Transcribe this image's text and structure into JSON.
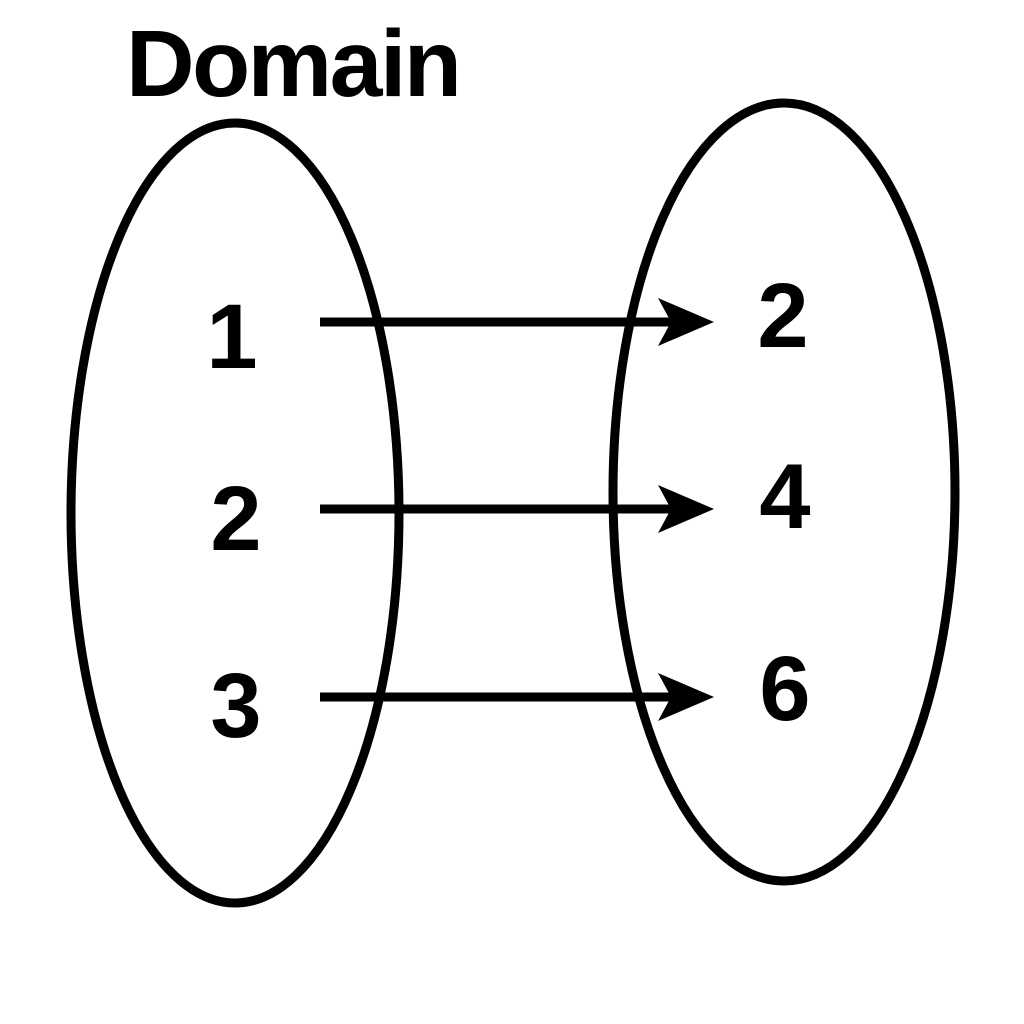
{
  "colors": {
    "ink": "#000000",
    "background": "#ffffff"
  },
  "diagram": {
    "type": "function-mapping",
    "domain": {
      "label": "Domain",
      "elements": [
        "1",
        "2",
        "3"
      ]
    },
    "codomain": {
      "elements": [
        "2",
        "4",
        "6"
      ]
    },
    "mappings": [
      {
        "from": "1",
        "to": "2"
      },
      {
        "from": "2",
        "to": "4"
      },
      {
        "from": "3",
        "to": "6"
      }
    ]
  }
}
